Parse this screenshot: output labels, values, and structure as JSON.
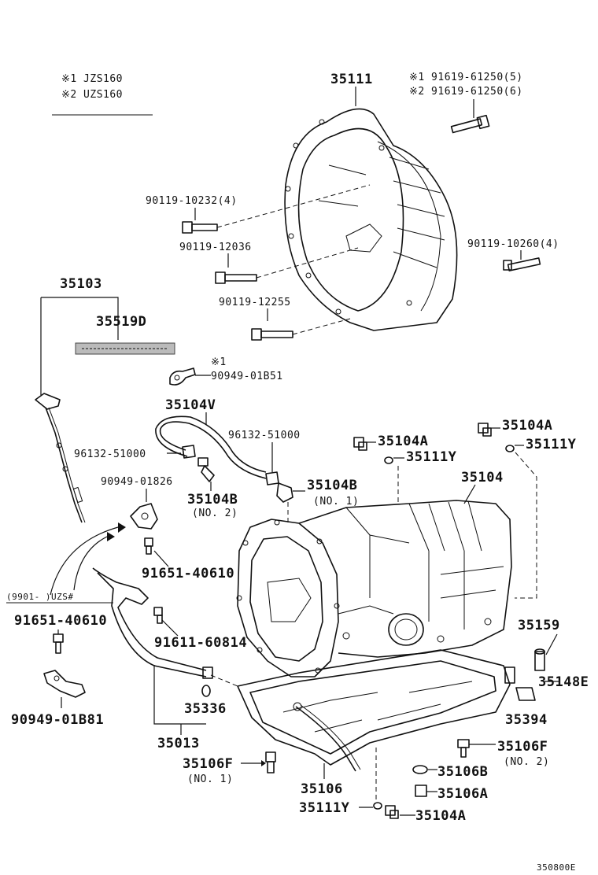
{
  "legend": {
    "line1": "※1 JZS160",
    "line2": "※2 UZS160"
  },
  "labels": {
    "p35111": "35111",
    "bolt_top_1": "※1 91619-61250(5)",
    "bolt_top_2": "※2 91619-61250(6)",
    "b90119_10232": "90119-10232(4)",
    "b90119_12036": "90119-12036",
    "b90119_10260": "90119-10260(4)",
    "b90119_12255": "90119-12255",
    "p35103": "35103",
    "p35519D": "35519D",
    "note1": "※1",
    "p90949_01B51": "90949-01B51",
    "p35104V": "35104V",
    "p96132_a": "96132-51000",
    "p96132_b": "96132-51000",
    "p35104A_1": "35104A",
    "p35104A_2": "35104A",
    "p35111Y_1": "35111Y",
    "p35111Y_2": "35111Y",
    "p90949_01826": "90949-01826",
    "p35104B_2": "35104B",
    "no2_a": "(NO. 2)",
    "p35104B_1": "35104B",
    "no1_a": "(NO. 1)",
    "p35104": "35104",
    "p91651_40610_a": "91651-40610",
    "range_note": "(9901-    )UZS#",
    "p91651_40610_b": "91651-40610",
    "p91611_60814": "91611-60814",
    "p35159": "35159",
    "p35148E": "35148E",
    "p35336": "35336",
    "p35394": "35394",
    "p90949_01B81": "90949-01B81",
    "p35013": "35013",
    "p35106F_2": "35106F",
    "no2_b": "(NO. 2)",
    "p35106F_1": "35106F",
    "no1_b": "(NO. 1)",
    "p35106B": "35106B",
    "p35106": "35106",
    "p35106A": "35106A",
    "p35111Y_3": "35111Y",
    "p35104A_3": "35104A",
    "diagram_code": "350800E"
  }
}
